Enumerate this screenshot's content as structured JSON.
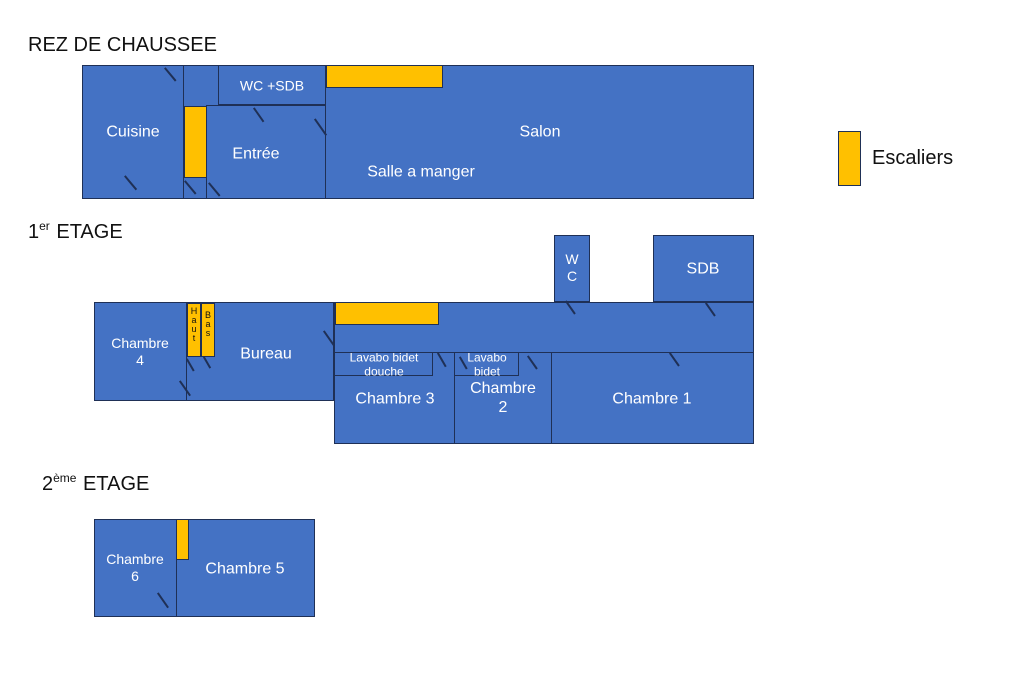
{
  "colors": {
    "room": "#4472c4",
    "stair": "#ffc000",
    "outline": "#1f3056",
    "text_light": "#ffffff",
    "text_dark": "#111111"
  },
  "floors": {
    "ground": {
      "title": "REZ DE CHAUSSEE",
      "rooms": {
        "cuisine": "Cuisine",
        "wc_sdb": "WC +SDB",
        "entree": "Entrée",
        "salon": "Salon",
        "salle_a_manger": "Salle a manger"
      }
    },
    "first": {
      "title_number": "1",
      "title_sup": "er",
      "title_text": " ETAGE",
      "rooms": {
        "chambre4_line1": "Chambre",
        "chambre4_line2": "4",
        "stair_haut": "H\na\nu\nt",
        "stair_bas": "B\na\ns",
        "bureau": "Bureau",
        "lavabo_bidet_douche_line1": "Lavabo bidet",
        "lavabo_bidet_douche_line2": "douche",
        "lavabo_bidet_line1": "Lavabo",
        "lavabo_bidet_line2": "bidet",
        "chambre3": "Chambre 3",
        "chambre2_line1": "Chambre",
        "chambre2_line2": "2",
        "chambre1": "Chambre 1",
        "wc_line1": "W",
        "wc_line2": "C",
        "sdb": "SDB"
      }
    },
    "second": {
      "title_number": "2",
      "title_sup": "ème",
      "title_text": " ETAGE",
      "rooms": {
        "chambre6_line1": "Chambre",
        "chambre6_line2": "6",
        "chambre5": "Chambre 5"
      }
    }
  },
  "legend": {
    "label": "Escaliers"
  }
}
